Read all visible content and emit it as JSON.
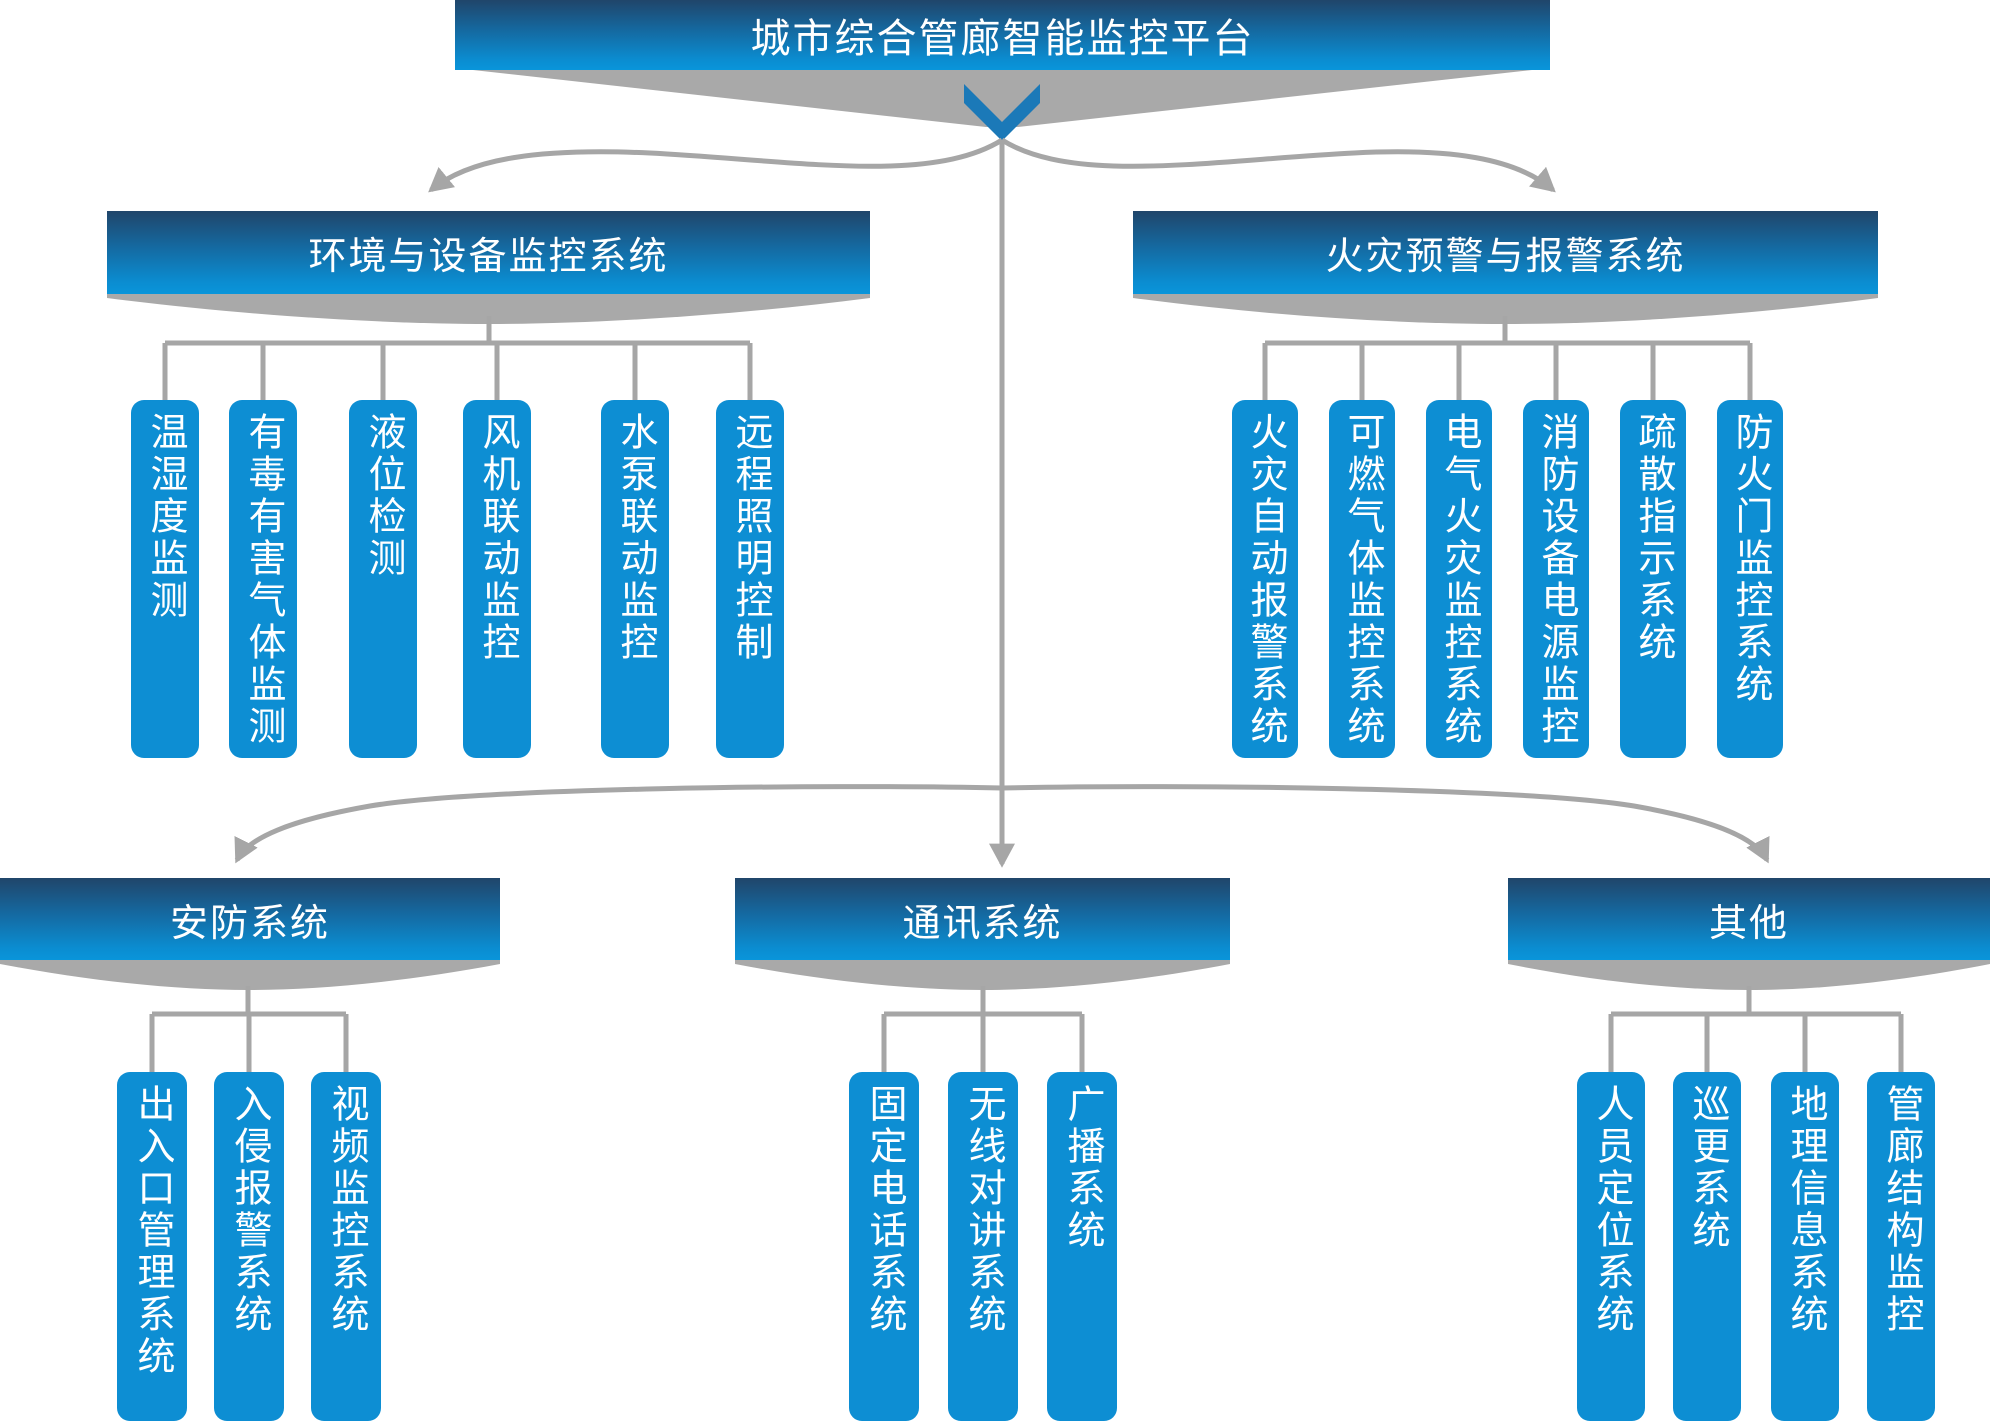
{
  "root": {
    "title": "城市综合管廊智能监控平台"
  },
  "groups": [
    {
      "title": "环境与设备监控系统",
      "items": [
        "温湿度监测",
        "有毒有害气体监测",
        "液位检测",
        "风机联动监控",
        "水泵联动监控",
        "远程照明控制"
      ]
    },
    {
      "title": "火灾预警与报警系统",
      "items": [
        "火灾自动报警系统",
        "可燃气体监控系统",
        "电气火灾监控系统",
        "消防设备电源监控",
        "疏散指示系统",
        "防火门监控系统"
      ]
    },
    {
      "title": "安防系统",
      "items": [
        "出入口管理系统",
        "入侵报警系统",
        "视频监控系统"
      ]
    },
    {
      "title": "通讯系统",
      "items": [
        "固定电话系统",
        "无线对讲系统",
        "广播系统"
      ]
    },
    {
      "title": "其他",
      "items": [
        "人员定位系统",
        "巡更系统",
        "地理信息系统",
        "管廊结构监控"
      ]
    }
  ],
  "colors": {
    "banner_gradient_top": "#20456a",
    "banner_gradient_bottom": "#0995da",
    "leaf_fill": "#0d8ed3",
    "connector_gray": "#a6a6a6",
    "ribbon_gray": "#a9a9a9",
    "chevron_blue": "#1b79b8",
    "text": "#ffffff"
  }
}
